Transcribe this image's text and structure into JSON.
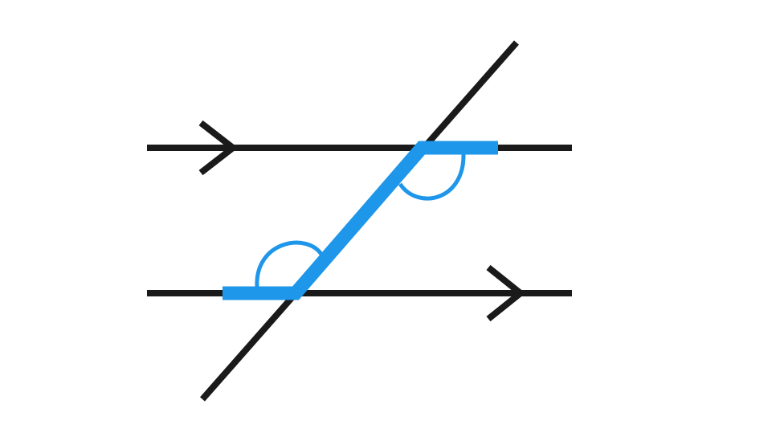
{
  "diagram": {
    "colors": {
      "background": "#ffffff",
      "lines": "#1a1a1a",
      "highlight": "#1e96ea"
    },
    "elements": {
      "parallel_lines": 2,
      "parallel_markers": "arrow-chevron-icon",
      "transversal": true,
      "highlight_shape": "Z",
      "angle_arcs": 2
    }
  }
}
